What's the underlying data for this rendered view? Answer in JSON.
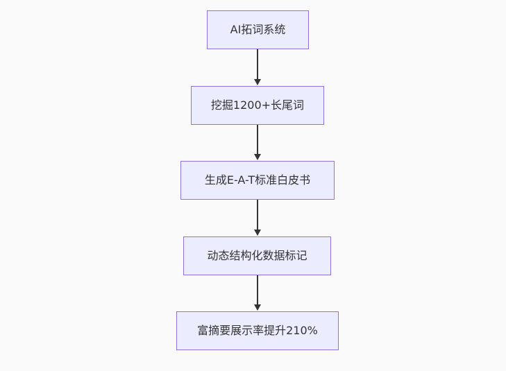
{
  "flowchart": {
    "type": "vertical-flowchart",
    "colors": {
      "background": "#fafafa",
      "node_fill": "#ECECFF",
      "node_border": "#9370DB",
      "arrow_color": "#333333",
      "text_color": "#333333"
    },
    "nodes": [
      {
        "label": "AI拓词系统"
      },
      {
        "label": "挖掘1200+长尾词"
      },
      {
        "label": "生成E-A-T标准白皮书"
      },
      {
        "label": "动态结构化数据标记"
      },
      {
        "label": "富摘要展示率提升210%"
      }
    ],
    "edges": [
      {
        "from": 0,
        "to": 1,
        "style": "arrow-down"
      },
      {
        "from": 1,
        "to": 2,
        "style": "arrow-down"
      },
      {
        "from": 2,
        "to": 3,
        "style": "arrow-down"
      },
      {
        "from": 3,
        "to": 4,
        "style": "arrow-down"
      }
    ]
  }
}
